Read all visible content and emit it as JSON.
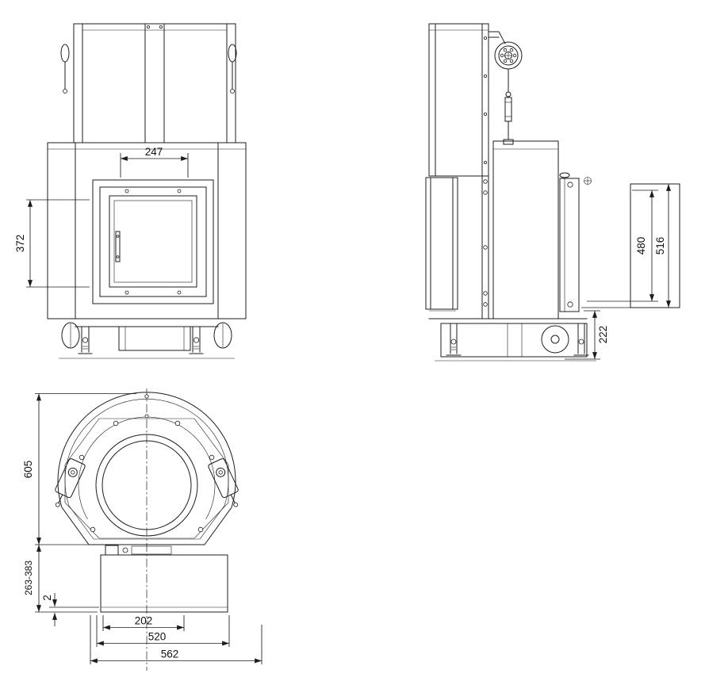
{
  "style": {
    "background": "#ffffff",
    "line_color": "#1c1c1c"
  },
  "views": {
    "front": {
      "dims": {
        "opening_width": "247",
        "opening_height": "372"
      }
    },
    "side": {
      "dims": {
        "shield_inner_height": "480",
        "shield_outer_height": "516",
        "base_height": "222"
      }
    },
    "top": {
      "dims": {
        "body_depth": "605",
        "depth_range": "263-383",
        "plate_gap": "2",
        "width_inner": "202",
        "width_mid": "520",
        "width_outer": "562"
      }
    }
  }
}
